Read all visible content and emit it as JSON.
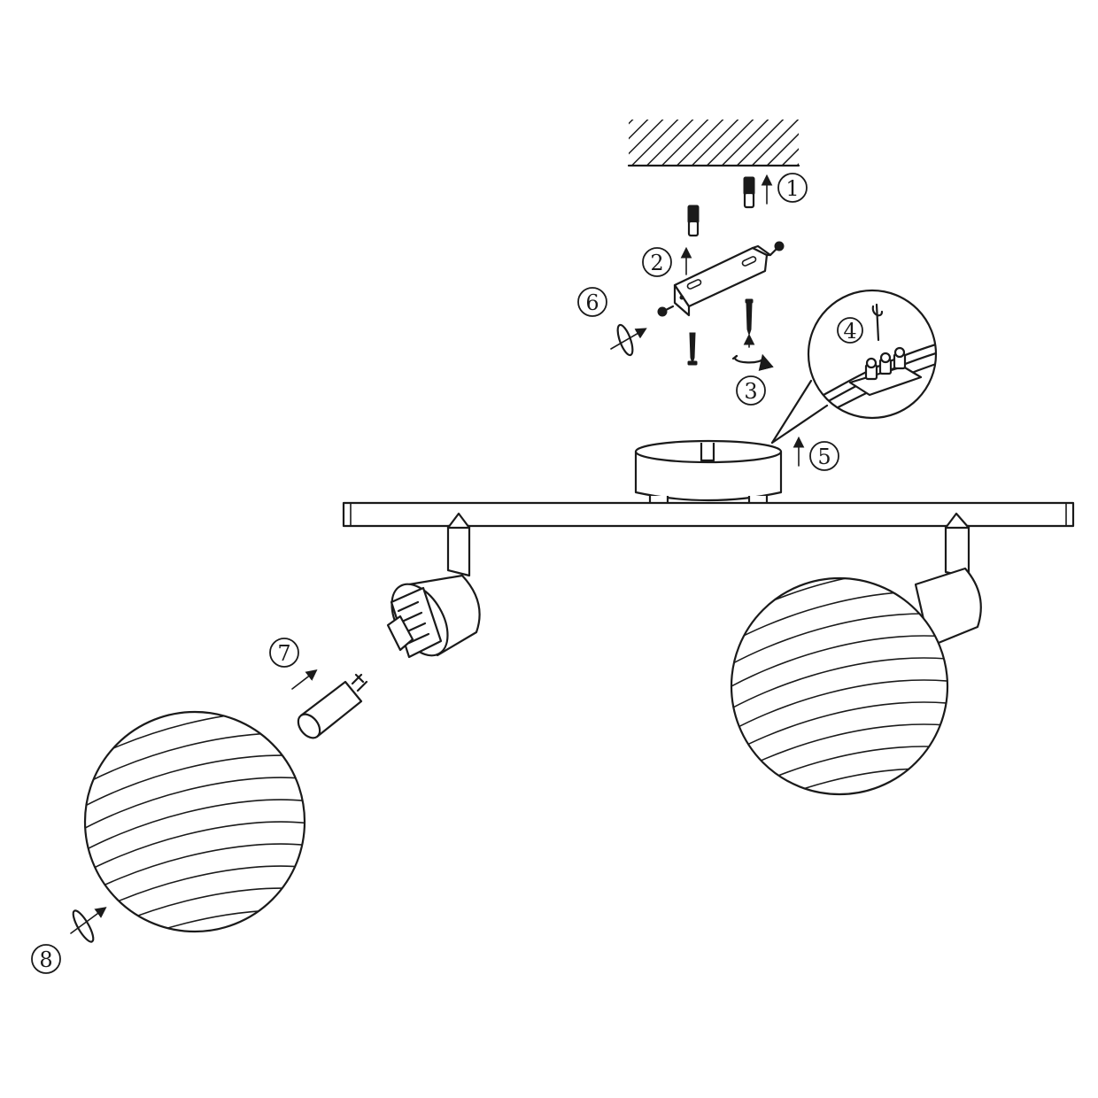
{
  "steps": [
    {
      "label": "1"
    },
    {
      "label": "2"
    },
    {
      "label": "3"
    },
    {
      "label": "4"
    },
    {
      "label": "5"
    },
    {
      "label": "6"
    },
    {
      "label": "7"
    },
    {
      "label": "8"
    }
  ],
  "colors": {
    "line": "#1a1a1a",
    "background": "#ffffff"
  }
}
